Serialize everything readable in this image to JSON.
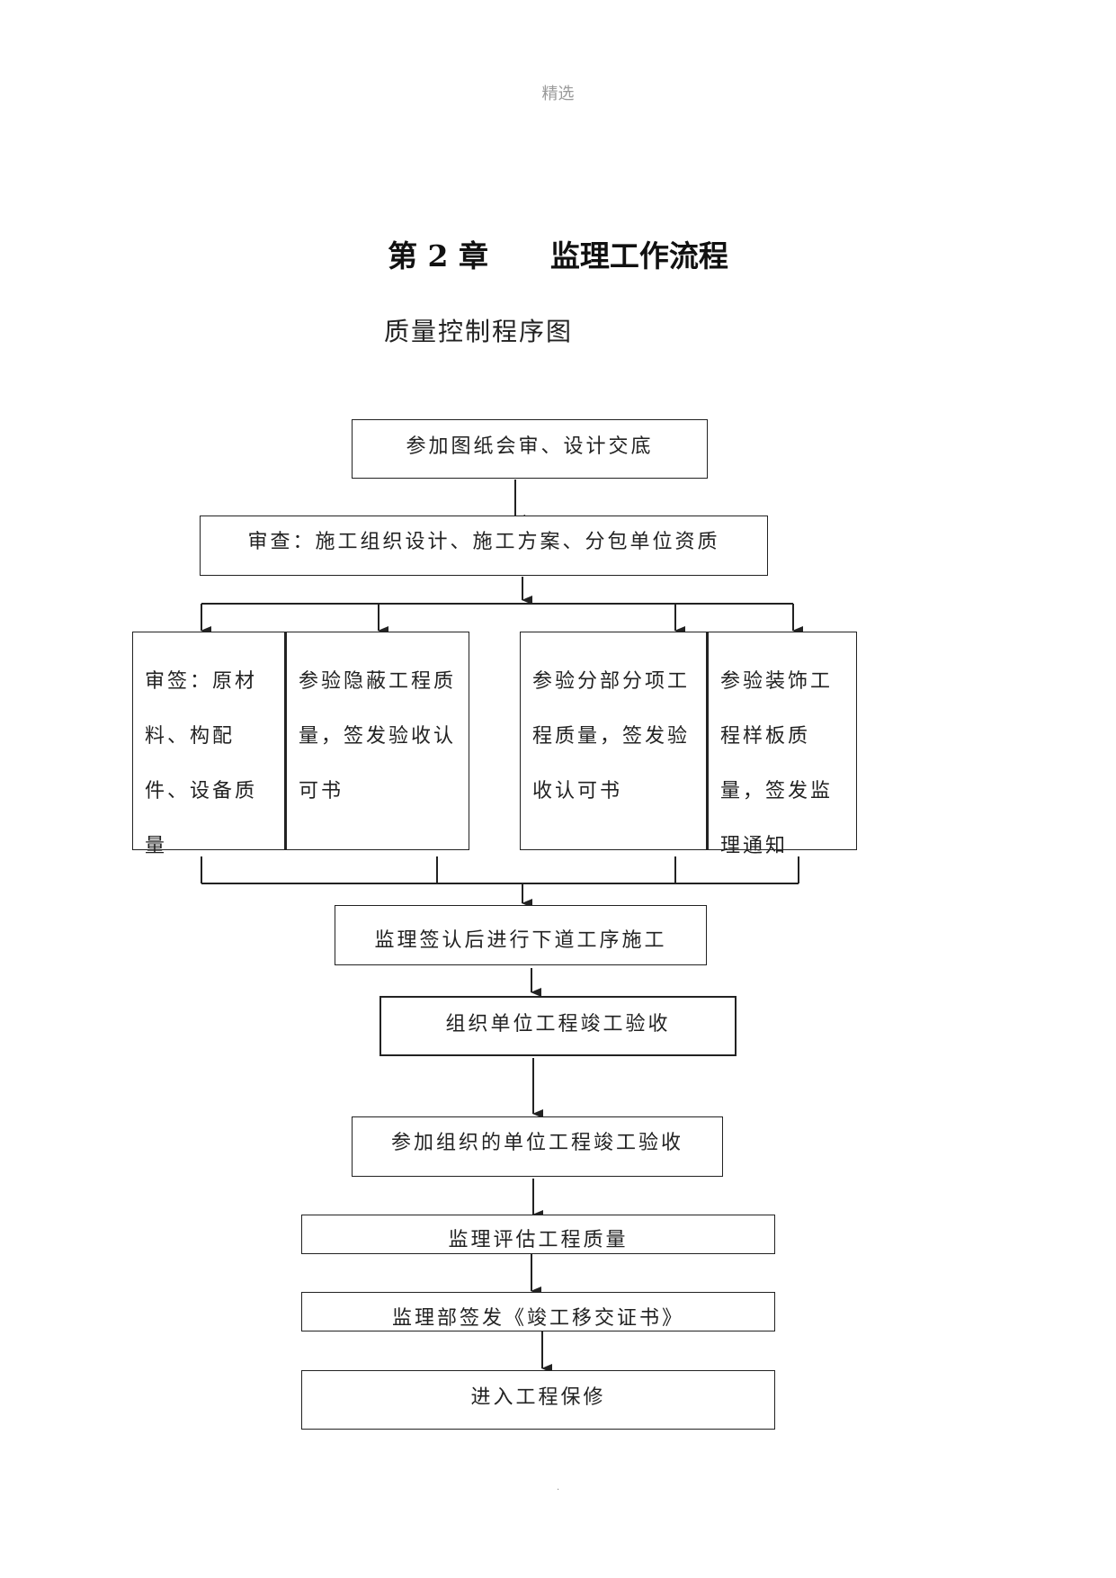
{
  "header": {
    "text": "精选"
  },
  "chapter": {
    "number": "第2章",
    "title": "监理工作流程",
    "full": "第 2 章      监理工作流程"
  },
  "diagram_title": "质量控制程序图",
  "nodes": {
    "n1": "参加图纸会审、设计交底",
    "n2": "审查：施工组织设计、施工方案、分包单位资质",
    "b1": "审签：原材料、构配件、设备质量",
    "b2": "参验隐蔽工程质量，签发验收认可书",
    "b3": "参验分部分项工程质量，签发验收认可书",
    "b4": "参验装饰工程样板质量，签发监理通知",
    "n3": "监理签认后进行下道工序施工",
    "n4": "组织单位工程竣工验收",
    "n5": "参加组织的单位工程竣工验收",
    "n6": "监理评估工程质量",
    "n7": "监理部签发《竣工移交证书》",
    "n8": "进入工程保修"
  },
  "footer": {
    "text": "."
  },
  "colors": {
    "line": "#222222",
    "header": "#9a9a9a"
  }
}
